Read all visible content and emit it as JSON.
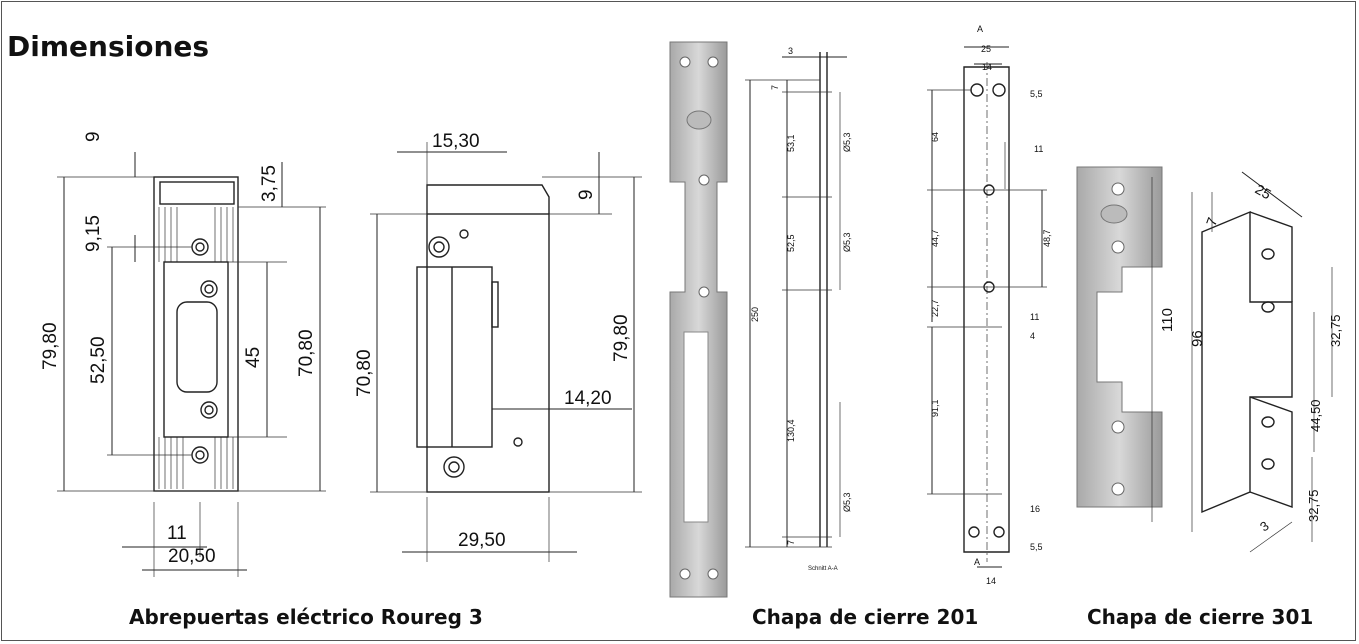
{
  "title": "Dimensiones",
  "captions": {
    "roureg3": "Abrepuertas eléctrico Roureg 3",
    "chapa201": "Chapa de cierre 201",
    "chapa301": "Chapa de cierre 301"
  },
  "drawing1": {
    "dims": {
      "d9": "9",
      "d375": "3,75",
      "d915": "9,15",
      "d7980": "79,80",
      "d5250": "52,50",
      "d45": "45",
      "d7080": "70,80",
      "d11": "11",
      "d2050": "20,50"
    }
  },
  "drawing2": {
    "dims": {
      "d1530": "15,30",
      "d9": "9",
      "d7080": "70,80",
      "d7980": "79,80",
      "d1420": "14,20",
      "d2950": "29,50"
    }
  },
  "drawing201": {
    "dims": {
      "d3": "3",
      "d7a": "7",
      "d531": "53,1",
      "d53a": "Ø5,3",
      "d525": "52,5",
      "d53b": "Ø5,3",
      "d250": "250",
      "d1304": "130,4",
      "d53c": "Ø5,3",
      "d7b": "7",
      "schnitt": "Schnitt A-A"
    }
  },
  "drawing201b": {
    "dims": {
      "A_top": "A",
      "d25": "25",
      "d14": "14",
      "d55a": "5,5",
      "d64": "64",
      "d11a": "11",
      "d447": "44,7",
      "d487": "48,7",
      "d227": "22,7",
      "d11b": "11",
      "d4": "4",
      "d911": "91,1",
      "d16": "16",
      "d55b": "5,5",
      "A_bottom": "A",
      "d14b": "14"
    }
  },
  "drawing301": {
    "dims": {
      "d25": "25",
      "d7": "7",
      "d110": "110",
      "d96": "96",
      "d3275a": "32,75",
      "d4450": "44,50",
      "d3275b": "32,75",
      "d3": "3"
    }
  }
}
